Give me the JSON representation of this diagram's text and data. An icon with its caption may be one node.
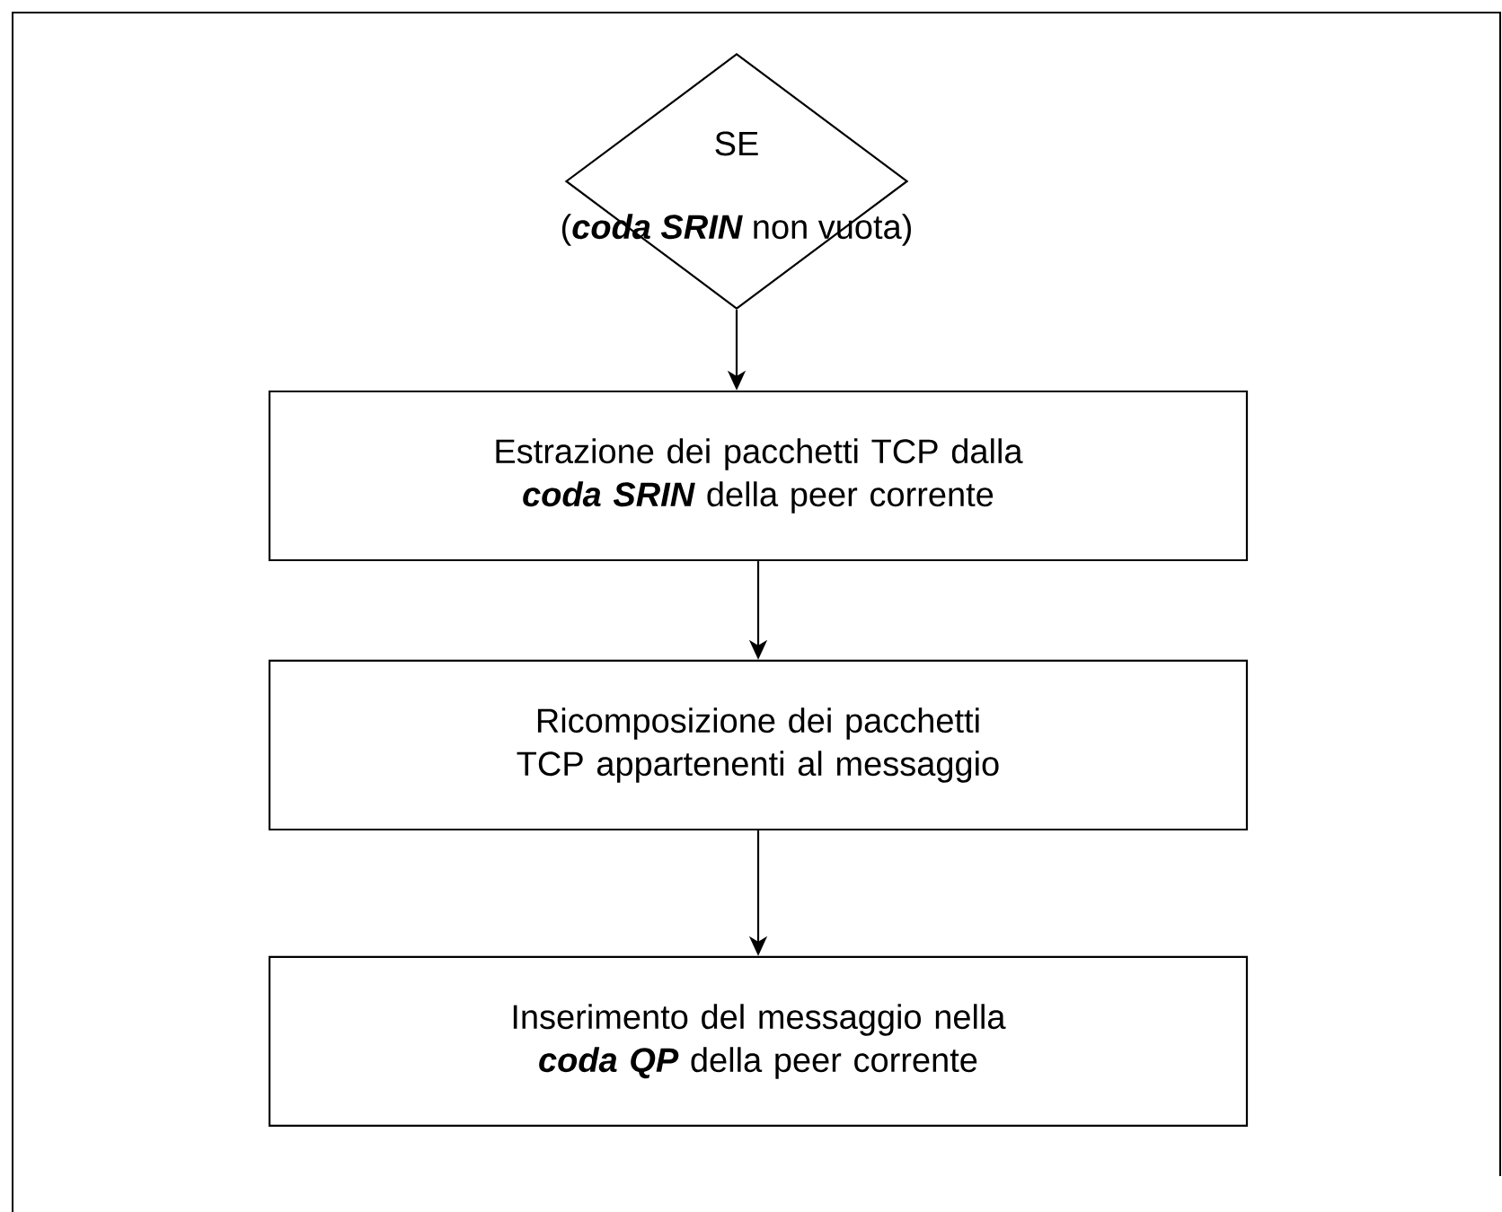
{
  "diagram": {
    "nodes": [
      {
        "text": [
          "SE",
          "(**coda SRIN** non vuota)"
        ]
      },
      {
        "text": [
          "Estrazione dei pacchetti TCP dalla **coda SRIN** della peer corrente"
        ]
      },
      {
        "text": [
          "Ricomposizione dei pacchetti TCP appartenenti al messaggio"
        ]
      },
      {
        "text": [
          "Inserimento del messaggio nella **coda QP** della peer corrente"
        ]
      }
    ],
    "edges": [
      {
        "from": 0,
        "to": 1,
        "arrow": "to"
      },
      {
        "from": 1,
        "to": 2,
        "arrow": "to"
      },
      {
        "from": 2,
        "to": 3,
        "arrow": "to"
      }
    ]
  }
}
